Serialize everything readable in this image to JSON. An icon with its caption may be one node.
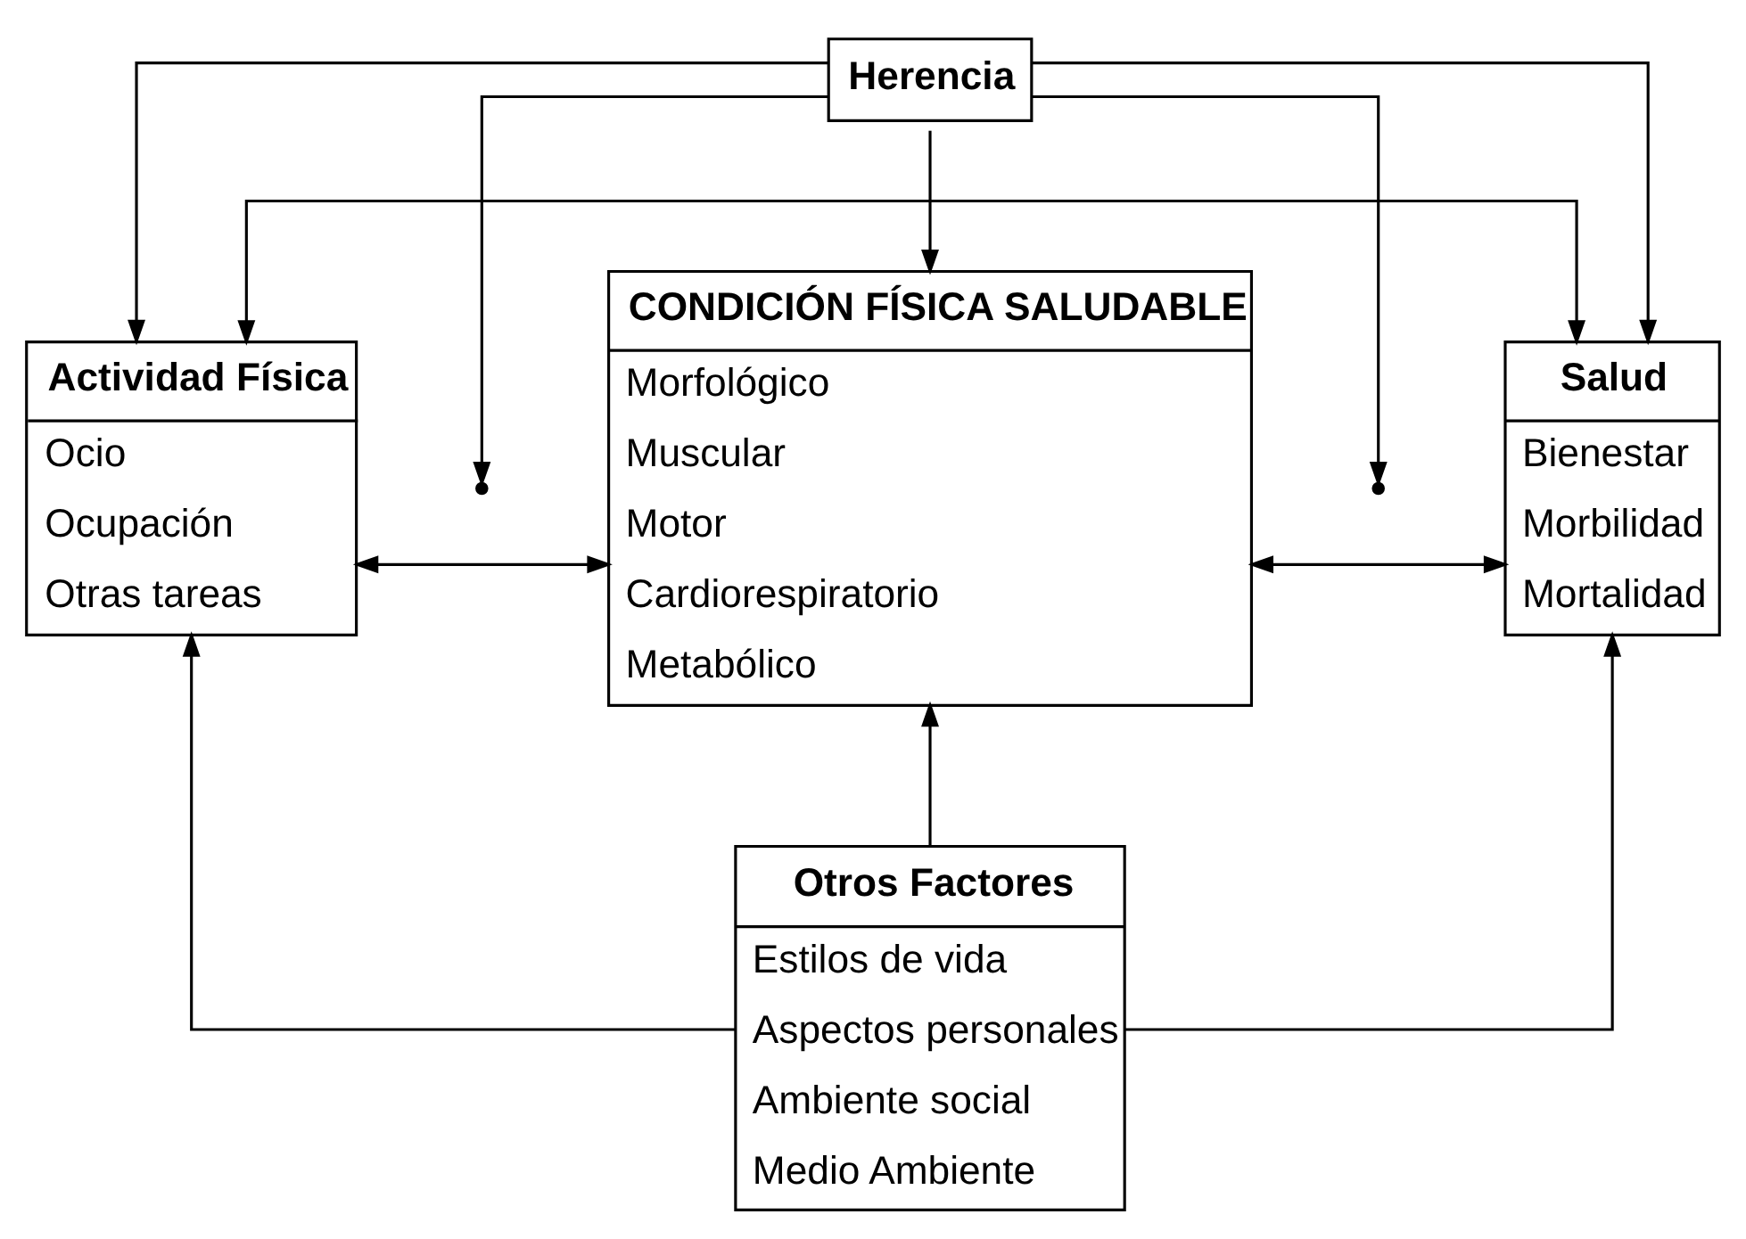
{
  "diagram": {
    "nodes": [
      {
        "text": [
          "Herencia"
        ]
      },
      {
        "text": [
          "Actividad Física",
          "Ocio",
          "Ocupación",
          "Otras tareas"
        ]
      },
      {
        "text": [
          "CONDICIÓN FÍSICA SALUDABLE",
          "Morfológico",
          "Muscular",
          "Motor",
          "Cardiorespiratorio",
          "Metabólico"
        ]
      },
      {
        "text": [
          "Salud",
          "Bienestar",
          "Morbilidad",
          "Mortalidad"
        ]
      },
      {
        "text": [
          "Otros Factores",
          "Estilos de vida",
          "Aspectos personales",
          "Ambiente social",
          "Medio Ambiente"
        ]
      }
    ],
    "edges": [
      {
        "from": 1,
        "to": 3,
        "arrow": "both"
      },
      {
        "from": 0,
        "to": 1,
        "arrow": "to"
      },
      {
        "from": 0,
        "to": 3,
        "arrow": "to"
      },
      {
        "from": 0,
        "to": null,
        "arrow": "to"
      },
      {
        "from": 0,
        "to": 2,
        "arrow": "to"
      },
      {
        "from": 0,
        "to": null,
        "arrow": "to"
      },
      {
        "from": 1,
        "to": 2,
        "arrow": "both"
      },
      {
        "from": 2,
        "to": 3,
        "arrow": "both"
      },
      {
        "from": 4,
        "to": 2,
        "arrow": "to"
      },
      {
        "from": 4,
        "to": 1,
        "arrow": "to"
      },
      {
        "from": 4,
        "to": 3,
        "arrow": "to"
      }
    ]
  }
}
